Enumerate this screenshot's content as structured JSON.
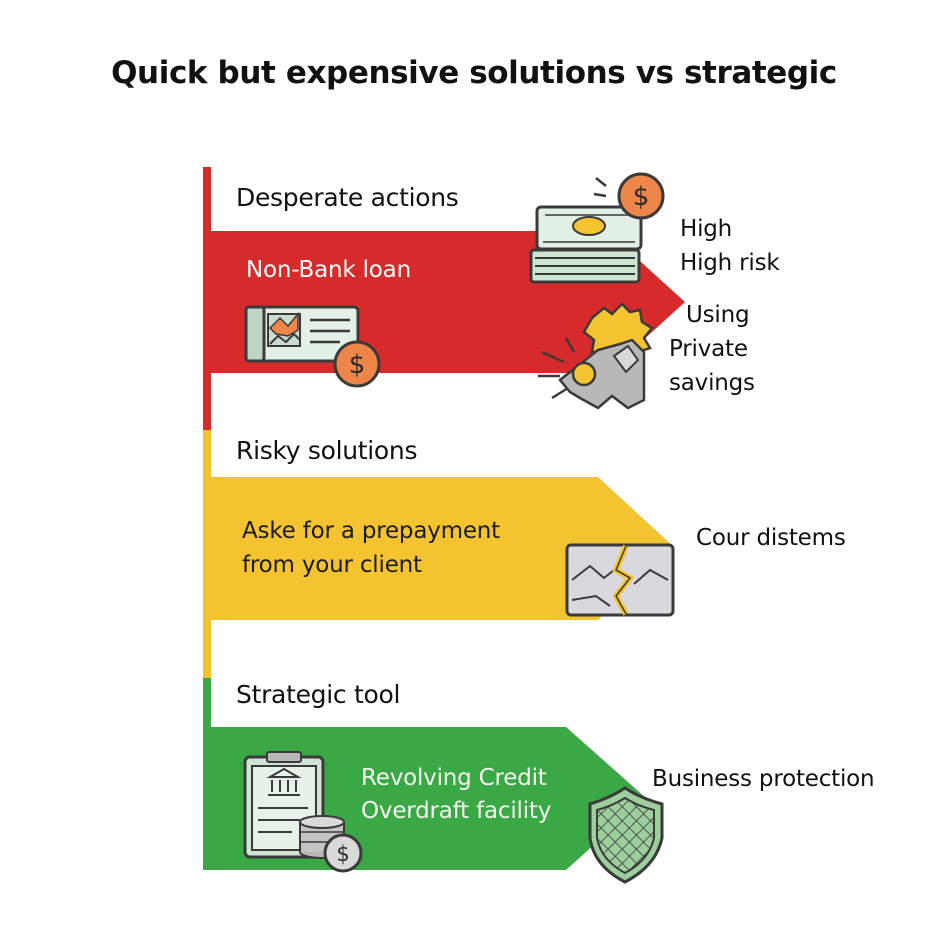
{
  "title": "Quick but expensive solutions vs strategic",
  "colors": {
    "red": "#d62b2a",
    "yellow": "#f4c430",
    "green": "#3aa845",
    "icon_outline": "#3a3a3a",
    "coin": "#ee8549"
  },
  "sections": {
    "desperate": {
      "heading": "Desperate actions",
      "band_label": "Non-Bank loan",
      "note_1": "High",
      "note_2": "High risk",
      "note_3": "Using",
      "note_4": "Private",
      "note_5": "savings",
      "icons": [
        "loan-document-coin-icon",
        "money-stack-coin-icon",
        "broken-piggy-bank-icon"
      ]
    },
    "risky": {
      "heading": "Risky solutions",
      "band_line_1": "Aske for a prepayment",
      "band_line_2": "from your client",
      "note_1": "Cour distems",
      "icons": [
        "cracked-tile-icon"
      ]
    },
    "strategic": {
      "heading": "Strategic tool",
      "band_line_1": "Revolving Credit",
      "band_line_2": "Overdraft facility",
      "note_1": "Business protection",
      "icons": [
        "bank-clipboard-coins-icon",
        "shield-icon"
      ]
    }
  }
}
